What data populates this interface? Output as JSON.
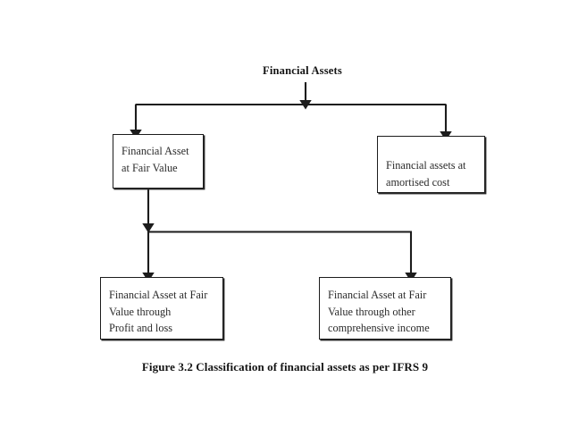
{
  "figure": {
    "root_label": "Financial Assets",
    "caption": "Figure 3.2 Classification of financial assets as per IFRS 9",
    "line_color": "#1c1c1c",
    "box_border_color": "#1c1c1c",
    "background_color": "#ffffff",
    "text_color": "#2b2b2b"
  },
  "nodes": {
    "fair_value": "Financial Asset\nat Fair Value",
    "amortised_cost": "Financial assets at\namortised cost",
    "fvtpl": "Financial Asset at Fair\nValue through\nProfit and loss",
    "fvoci": "Financial Asset at Fair\nValue through other\ncomprehensive income"
  }
}
